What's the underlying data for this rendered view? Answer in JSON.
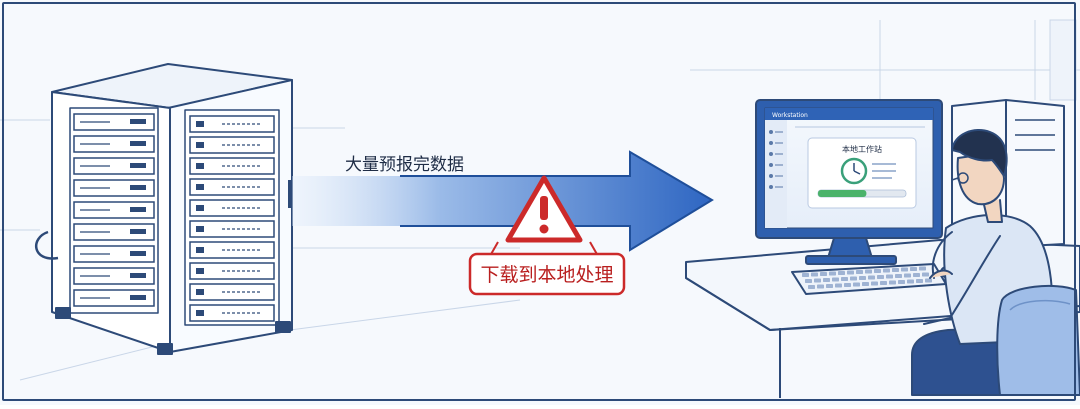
{
  "arrow": {
    "label": "大量预报完数据"
  },
  "warning": {
    "label": "下载到本地处理",
    "icon": "warning-triangle-icon"
  },
  "monitor": {
    "title": "本地工作站",
    "app_name": "Workstation",
    "progress": 0.55
  },
  "colors": {
    "outline": "#2d4a78",
    "arrow": "#2e66c2",
    "warning": "#cc2a2a",
    "progress": "#4bb36a",
    "shirt": "#dbe6f5",
    "hair": "#22324f"
  }
}
